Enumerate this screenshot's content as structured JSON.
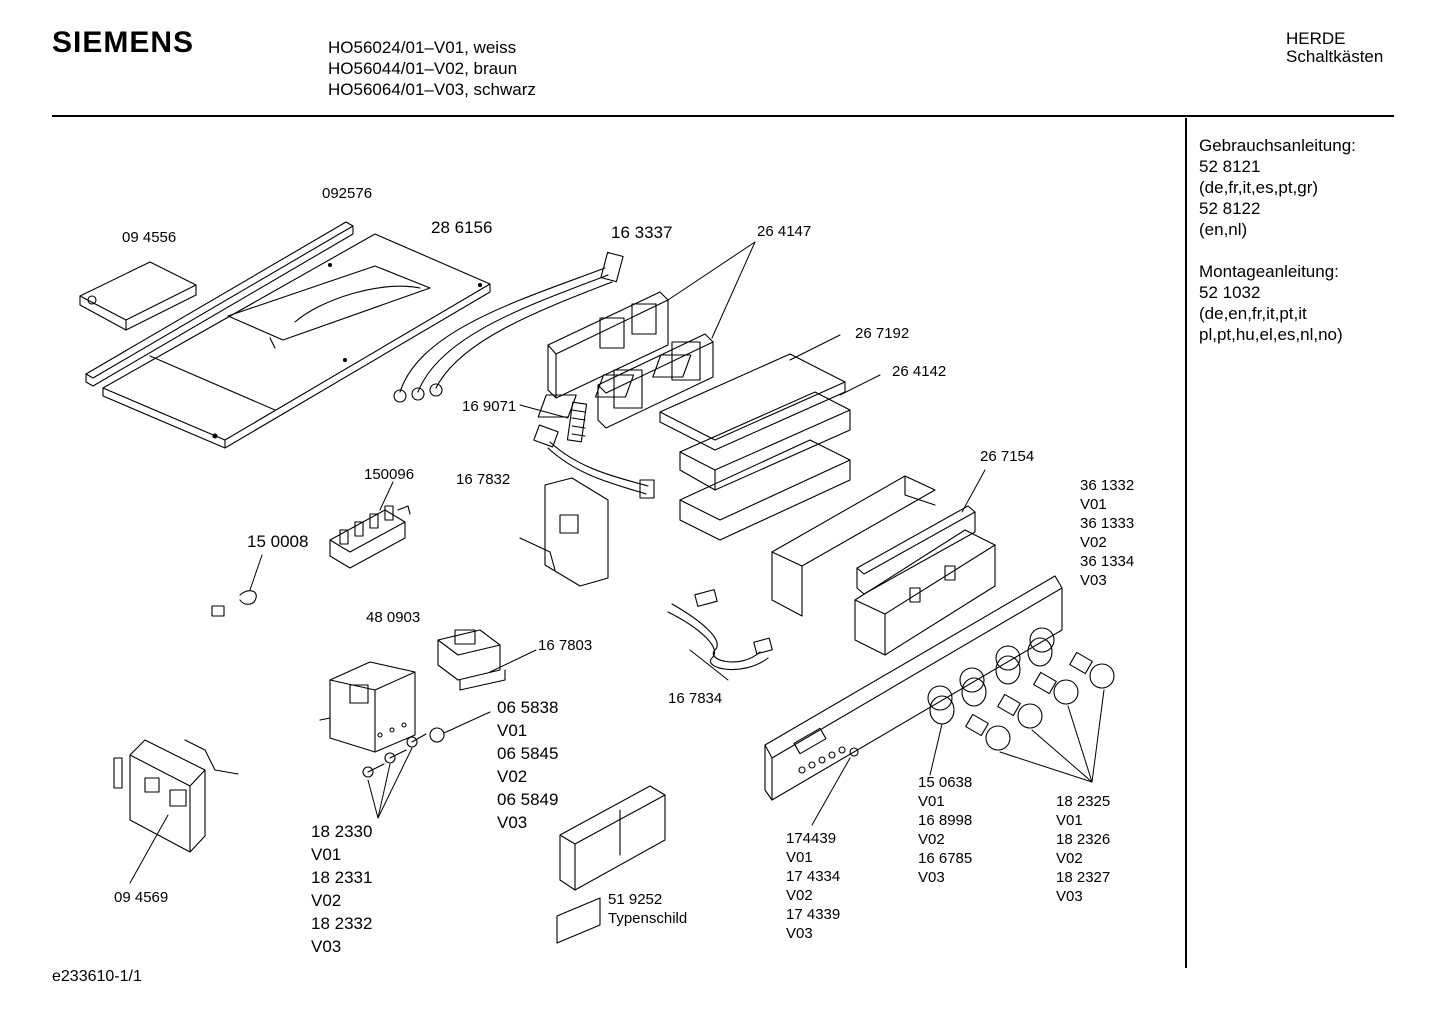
{
  "header": {
    "brand": "SIEMENS",
    "models": [
      "HO56024/01–V01, weiss",
      "HO56044/01–V02, braun",
      "HO56064/01–V03, schwarz"
    ],
    "category": [
      "HERDE",
      "Schaltkästen"
    ]
  },
  "side_panel": {
    "manual_title": "Gebrauchsanleitung:",
    "manual_lines": [
      "52 8121",
      "(de,fr,it,es,pt,gr)",
      "52 8122",
      "(en,nl)"
    ],
    "assembly_title": "Montageanleitung:",
    "assembly_lines": [
      "52 1032",
      "(de,en,fr,it,pt,it",
      "pl,pt,hu,el,es,nl,no)"
    ]
  },
  "parts": {
    "p092576": "092576",
    "p094556": "09 4556",
    "p286156": "28 6156",
    "p163337": "16 3337",
    "p264147": "26 4147",
    "p267192": "26 7192",
    "p264142": "26 4142",
    "p169071": "16 9071",
    "p167832": "16 7832",
    "p150096": "150096",
    "p150008": "15 0008",
    "p267154": "26 7154",
    "p361332": [
      "36 1332",
      "V01",
      "36 1333",
      "V02",
      "36 1334",
      "V03"
    ],
    "p480903": "48 0903",
    "p167803": "16 7803",
    "p167834": "16 7834",
    "p065838": [
      "06 5838",
      "V01",
      "06 5845",
      "V02",
      "06 5849",
      "V03"
    ],
    "p182330": [
      "18 2330",
      "V01",
      "18 2331",
      "V02",
      "18 2332",
      "V03"
    ],
    "p094569": "09 4569",
    "p519252": [
      "51 9252",
      "Typenschild"
    ],
    "p174439": [
      "174439",
      "V01",
      "17 4334",
      "V02",
      "17 4339",
      "V03"
    ],
    "p150638": [
      "15 0638",
      "V01",
      "16 8998",
      "V02",
      "16 6785",
      "V03"
    ],
    "p182325": [
      "18 2325",
      "V01",
      "18 2326",
      "V02",
      "18 2327",
      "V03"
    ]
  },
  "footer": "e233610-1/1"
}
